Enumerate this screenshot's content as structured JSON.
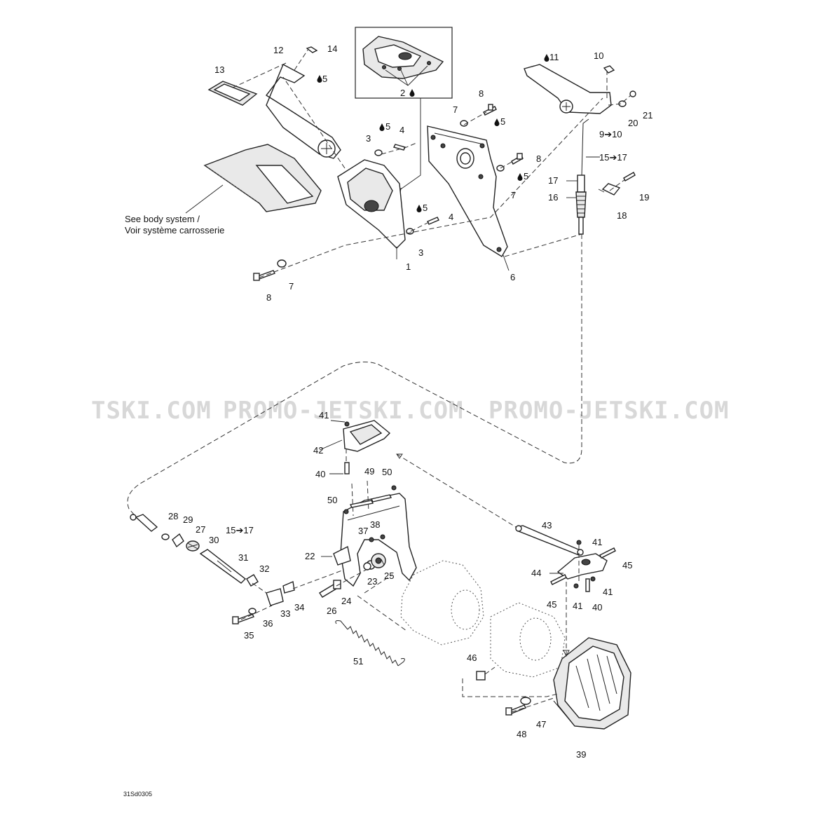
{
  "watermarks": [
    "TSKI.COM",
    "PROMO-JETSKI.COM",
    "PROMO-JETSKI.COM"
  ],
  "notes": {
    "body_system_en": "See body system /",
    "body_system_fr": "Voir système carrosserie"
  },
  "drawing_code": "31Sd0305",
  "callouts": [
    {
      "id": "c1",
      "text": "1"
    },
    {
      "id": "c2",
      "text": "2"
    },
    {
      "id": "c3a",
      "text": "3"
    },
    {
      "id": "c3b",
      "text": "3"
    },
    {
      "id": "c4a",
      "text": "4"
    },
    {
      "id": "c4b",
      "text": "4"
    },
    {
      "id": "c5a",
      "text": "5"
    },
    {
      "id": "c5b",
      "text": "5"
    },
    {
      "id": "c5c",
      "text": "5"
    },
    {
      "id": "c5d",
      "text": "5"
    },
    {
      "id": "c5e",
      "text": "5"
    },
    {
      "id": "c6",
      "text": "6"
    },
    {
      "id": "c7a",
      "text": "7"
    },
    {
      "id": "c7b",
      "text": "7"
    },
    {
      "id": "c7c",
      "text": "7"
    },
    {
      "id": "c8a",
      "text": "8"
    },
    {
      "id": "c8b",
      "text": "8"
    },
    {
      "id": "c8c",
      "text": "8"
    },
    {
      "id": "c910",
      "text": "9➔10"
    },
    {
      "id": "c10",
      "text": "10"
    },
    {
      "id": "c11",
      "text": "11"
    },
    {
      "id": "c12",
      "text": "12"
    },
    {
      "id": "c13",
      "text": "13"
    },
    {
      "id": "c14",
      "text": "14"
    },
    {
      "id": "c1517a",
      "text": "15➔17"
    },
    {
      "id": "c16",
      "text": "16"
    },
    {
      "id": "c17",
      "text": "17"
    },
    {
      "id": "c18",
      "text": "18"
    },
    {
      "id": "c19",
      "text": "19"
    },
    {
      "id": "c20",
      "text": "20"
    },
    {
      "id": "c21",
      "text": "21"
    },
    {
      "id": "c22",
      "text": "22"
    },
    {
      "id": "c23",
      "text": "23"
    },
    {
      "id": "c24",
      "text": "24"
    },
    {
      "id": "c25",
      "text": "25"
    },
    {
      "id": "c26",
      "text": "26"
    },
    {
      "id": "c27",
      "text": "27"
    },
    {
      "id": "c28",
      "text": "28"
    },
    {
      "id": "c29",
      "text": "29"
    },
    {
      "id": "c30",
      "text": "30"
    },
    {
      "id": "c31",
      "text": "31"
    },
    {
      "id": "c32",
      "text": "32"
    },
    {
      "id": "c33",
      "text": "33"
    },
    {
      "id": "c34",
      "text": "34"
    },
    {
      "id": "c35",
      "text": "35"
    },
    {
      "id": "c36",
      "text": "36"
    },
    {
      "id": "c37",
      "text": "37"
    },
    {
      "id": "c38",
      "text": "38"
    },
    {
      "id": "c39",
      "text": "39"
    },
    {
      "id": "c40a",
      "text": "40"
    },
    {
      "id": "c40b",
      "text": "40"
    },
    {
      "id": "c41a",
      "text": "41"
    },
    {
      "id": "c41b",
      "text": "41"
    },
    {
      "id": "c41c",
      "text": "41"
    },
    {
      "id": "c41d",
      "text": "41"
    },
    {
      "id": "c42",
      "text": "42"
    },
    {
      "id": "c43",
      "text": "43"
    },
    {
      "id": "c44",
      "text": "44"
    },
    {
      "id": "c45a",
      "text": "45"
    },
    {
      "id": "c45b",
      "text": "45"
    },
    {
      "id": "c46",
      "text": "46"
    },
    {
      "id": "c47",
      "text": "47"
    },
    {
      "id": "c48",
      "text": "48"
    },
    {
      "id": "c49",
      "text": "49"
    },
    {
      "id": "c50a",
      "text": "50"
    },
    {
      "id": "c50b",
      "text": "50"
    },
    {
      "id": "c51",
      "text": "51"
    },
    {
      "id": "c1517b",
      "text": "15➔17"
    }
  ],
  "colors": {
    "line": "#222222",
    "watermark": "#d8d8d8",
    "background": "#ffffff"
  },
  "icons": [
    "lubricant-drop-icon"
  ]
}
